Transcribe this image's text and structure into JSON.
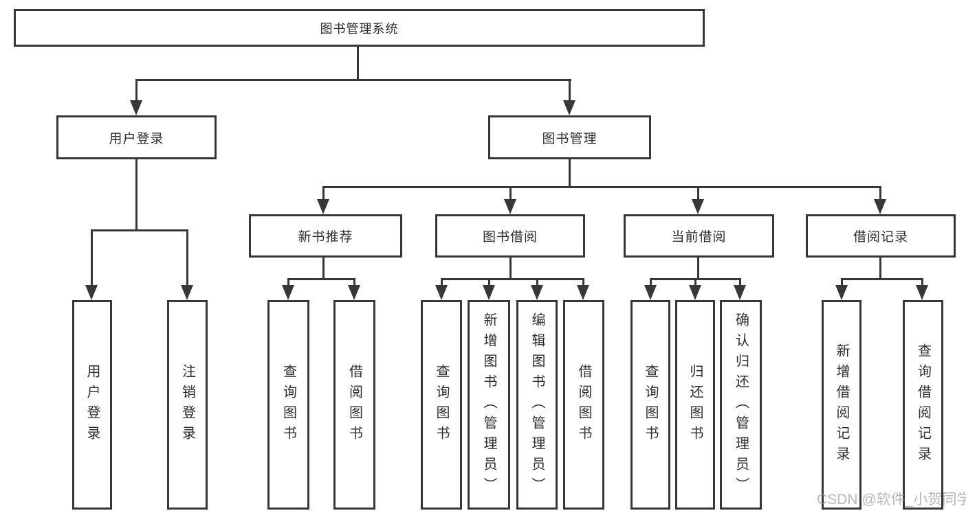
{
  "tree": {
    "root": {
      "label": "图书管理系统"
    },
    "branches": [
      {
        "label": "用户登录",
        "children": [
          {
            "label": "用户登录"
          },
          {
            "label": "注销登录"
          }
        ]
      },
      {
        "label": "图书管理",
        "sections": [
          {
            "label": "新书推荐",
            "children": [
              {
                "label": "查询图书"
              },
              {
                "label": "借阅图书"
              }
            ]
          },
          {
            "label": "图书借阅",
            "children": [
              {
                "label": "查询图书"
              },
              {
                "label": "新增图书（管理员）"
              },
              {
                "label": "编辑图书（管理员）"
              },
              {
                "label": "借阅图书"
              }
            ]
          },
          {
            "label": "当前借阅",
            "children": [
              {
                "label": "查询图书"
              },
              {
                "label": "归还图书"
              },
              {
                "label": "确认归还（管理员）"
              }
            ]
          },
          {
            "label": "借阅记录",
            "children": [
              {
                "label": "新增借阅记录"
              },
              {
                "label": "查询借阅记录"
              }
            ]
          }
        ]
      }
    ]
  },
  "watermark": {
    "text": "CSDN @软件_小贺同学"
  },
  "colors": {
    "line": "#373737",
    "text": "#2e2e2e",
    "watermark": "#9e9e9e",
    "background": "#ffffff"
  }
}
